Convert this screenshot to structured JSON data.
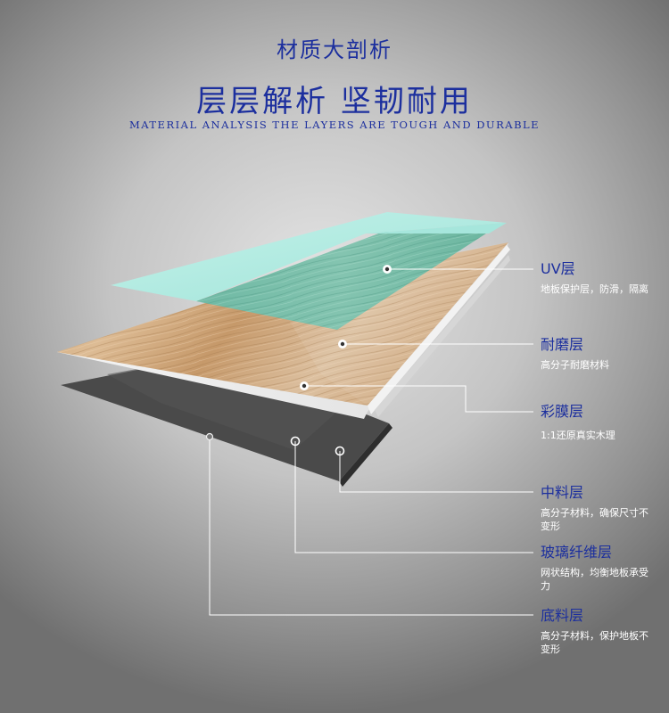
{
  "header": {
    "title": "材质大剖析",
    "headline": "层层解析 坚韧耐用",
    "subtitle": "MATERIAL ANALYSIS THE LAYERS ARE TOUGH AND DURABLE"
  },
  "colors": {
    "title_blue": "#1c2f9e",
    "uv_layer": "#b3ece3",
    "wood_light": "#d9b78f",
    "wood_mid": "#c79c6d",
    "board_edge": "#efefef",
    "base_dark": "#444444"
  },
  "layers": [
    {
      "title": "UV层",
      "desc": "地板保护层，防滑，隔离"
    },
    {
      "title": "耐磨层",
      "desc": "高分子耐磨材料"
    },
    {
      "title": "彩膜层",
      "desc": "1:1还原真实木理"
    },
    {
      "title": "中料层",
      "desc": "高分子材料，确保尺寸不变形"
    },
    {
      "title": "玻璃纤维层",
      "desc": "网状结构，均衡地板承受力"
    },
    {
      "title": "底料层",
      "desc": "高分子材料，保护地板不变形"
    }
  ]
}
